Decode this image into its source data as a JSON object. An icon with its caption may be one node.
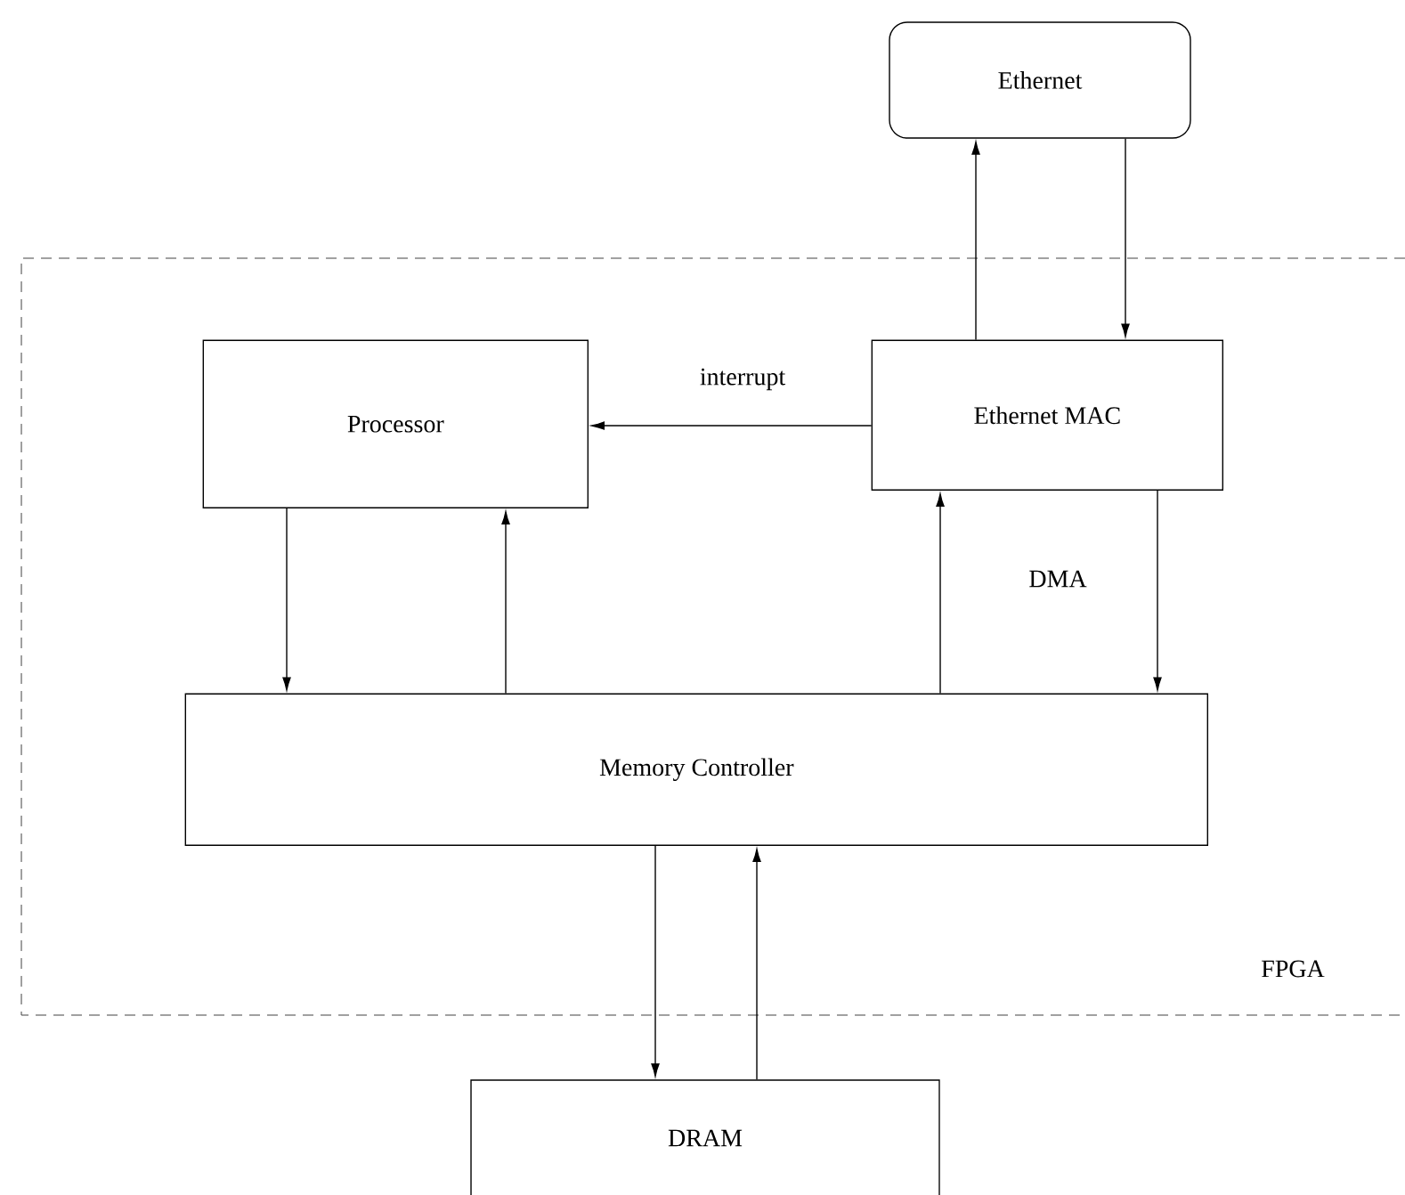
{
  "diagram": {
    "nodes": [
      {
        "text": [
          "Ethernet"
        ]
      },
      {
        "text": [
          "FPGA"
        ]
      },
      {
        "text": [
          "Processor"
        ],
        "in": 1
      },
      {
        "text": [
          "Ethernet MAC"
        ],
        "in": 1
      },
      {
        "text": [
          "Memory Controller"
        ],
        "in": 1
      },
      {
        "text": [
          "DRAM"
        ]
      }
    ],
    "edges": [
      {
        "from": 3,
        "to": 0,
        "arrow": "to"
      },
      {
        "from": 0,
        "to": 3,
        "arrow": "to"
      },
      {
        "from": 3,
        "to": 2,
        "arrow": "to",
        "label": "interrupt"
      },
      {
        "from": 2,
        "to": 4,
        "arrow": "to"
      },
      {
        "from": 4,
        "to": 2,
        "arrow": "to"
      },
      {
        "from": 4,
        "to": 3,
        "arrow": "to"
      },
      {
        "from": 3,
        "to": 4,
        "arrow": "to"
      },
      {
        "from": 4,
        "to": 5,
        "arrow": "to"
      },
      {
        "from": 5,
        "to": 4,
        "arrow": "to"
      }
    ],
    "labels": [
      "DMA"
    ]
  }
}
